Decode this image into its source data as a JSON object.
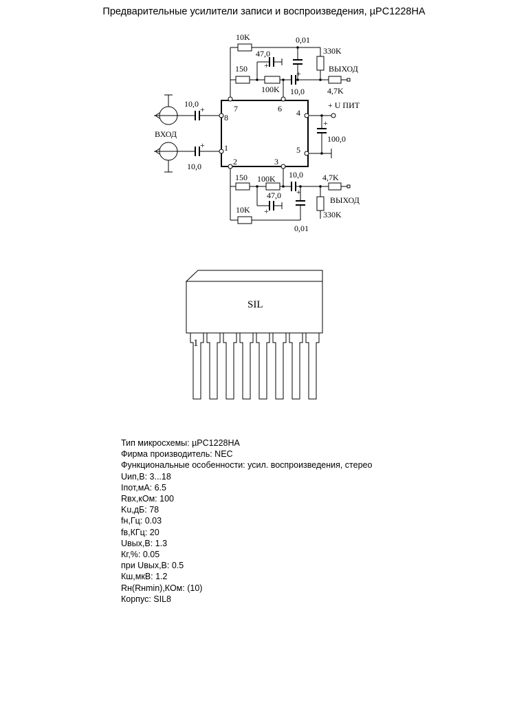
{
  "title": "Предварительные усилители записи и воспроизведения, µPC1228HA",
  "schematic": {
    "pins": {
      "p1": "1",
      "p2": "2",
      "p3": "3",
      "p4": "4",
      "p5": "5",
      "p6": "6",
      "p7": "7",
      "p8": "8"
    },
    "labels": {
      "input": "ВХОД",
      "output_top": "ВЫХОД",
      "output_bottom": "ВЫХОД",
      "power": "+ U ПИТ"
    },
    "components": {
      "c_in_top": "10,0",
      "c_in_bottom": "10,0",
      "r_fb_top": "10K",
      "r_fb_bottom": "10K",
      "c_top_47": "47,0",
      "c_bottom_47": "47,0",
      "r_top_150": "150",
      "r_bottom_150": "150",
      "r_top_100k": "100K",
      "r_bottom_100k": "100K",
      "c_top_out": "10,0",
      "c_bottom_out": "10,0",
      "c_top_001": "0,01",
      "c_bottom_001": "0,01",
      "r_top_330k": "330K",
      "r_bottom_330k": "330K",
      "r_top_47k": "4,7K",
      "r_bottom_47k": "4,7K",
      "c_supply": "100,0",
      "plus": "+"
    }
  },
  "package": {
    "name": "SIL",
    "pin1": "1"
  },
  "specs": [
    "Тип микросхемы: µPC1228HA",
    "Фирма производитель: NEC",
    "Функциональные особенности: усил. воспроизведения, стерео",
    "Uип,В: 3...18",
    "Iпот,мА: 6.5",
    "Rвх,кОм: 100",
    "Ku,дБ: 78",
    "fн,Гц: 0.03",
    "fв,КГц: 20",
    "Uвых,В: 1.3",
    "Кг,%: 0.05",
    "при Uвых,В: 0.5",
    "Кш,мкВ: 1.2",
    "Rн(Rнmin),КОм: (10)",
    "Корпус: SIL8"
  ]
}
